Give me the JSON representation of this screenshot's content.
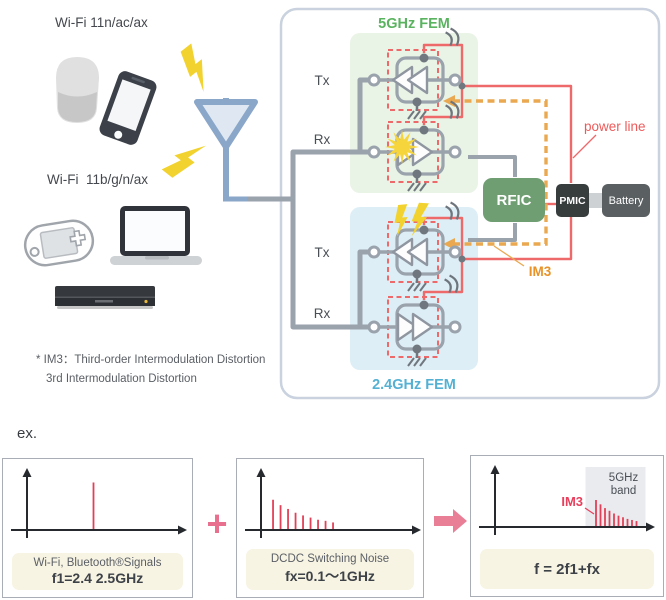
{
  "colors": {
    "power_line": "#ee6a6a",
    "im3_path": "#eaa950",
    "fem_5g_bg": "#e9f3e6",
    "fem_24g_bg": "#ddeef6",
    "fem_5g_text": "#5ab35f",
    "fem_24g_text": "#55b1d3",
    "rfic_bg": "#6f9e72",
    "pmic_bg": "#373c3d",
    "battery_bg": "#5a5f62",
    "wire_gray": "#9aa2ac",
    "spike_red": "#e34057",
    "accent_pink": "#e8708e",
    "lightning_yellow": "#f2d22e"
  },
  "left": {
    "wifi_5g_label": "Wi-Fi 11n/ac/ax",
    "wifi_24g_label": "Wi-Fi  11b/g/n/ax",
    "device_icons": [
      "smart-speaker",
      "smartphone",
      "handheld-game-console",
      "laptop",
      "dvd-player"
    ]
  },
  "diagram": {
    "fem_5g_title": "5GHz FEM",
    "fem_24g_title": "2.4GHz FEM",
    "tx_label": "Tx",
    "rx_label": "Rx",
    "rfic_label": "RFIC",
    "pmic_label": "PMIC",
    "battery_label": "Battery",
    "power_line_label": "power line",
    "im3_label": "IM3"
  },
  "note": {
    "line1": "* IM3：Third-order Intermodulation Distortion",
    "line2": "3rd Intermodulation Distortion"
  },
  "example": {
    "heading": "ex.",
    "plus_sign": "+"
  },
  "chart_data": [
    {
      "type": "bar",
      "subtype": "frequency-spectrum-stems",
      "title": "Wi-Fi, Bluetooth®Signals",
      "label": "f1=2.4 2.5GHz",
      "xlabel": "",
      "ylabel": "",
      "color": "#e34057",
      "x_norm": [
        0.43
      ],
      "h_norm": [
        0.88
      ]
    },
    {
      "type": "bar",
      "subtype": "frequency-spectrum-stems",
      "title": "DCDC Switching Noise",
      "label": "fx=0.1～1GHz",
      "xlabel": "",
      "ylabel": "",
      "color": "#e34057",
      "x_norm": [
        0.067,
        0.117,
        0.167,
        0.217,
        0.267,
        0.317,
        0.367,
        0.417,
        0.467
      ],
      "h_norm": [
        0.56,
        0.46,
        0.39,
        0.32,
        0.27,
        0.23,
        0.19,
        0.17,
        0.14
      ]
    },
    {
      "type": "bar",
      "subtype": "frequency-spectrum-stems",
      "title": "",
      "label": "f = 2f1+fx",
      "annotation": "IM3",
      "band_label": "5GHz band",
      "band_norm": [
        0.59,
        0.99
      ],
      "xlabel": "",
      "ylabel": "",
      "color": "#e34057",
      "x_norm": [
        0.66,
        0.69,
        0.72,
        0.75,
        0.78,
        0.81,
        0.84,
        0.87,
        0.9,
        0.93
      ],
      "h_norm": [
        0.5,
        0.42,
        0.35,
        0.3,
        0.25,
        0.21,
        0.18,
        0.15,
        0.13,
        0.11
      ]
    }
  ]
}
